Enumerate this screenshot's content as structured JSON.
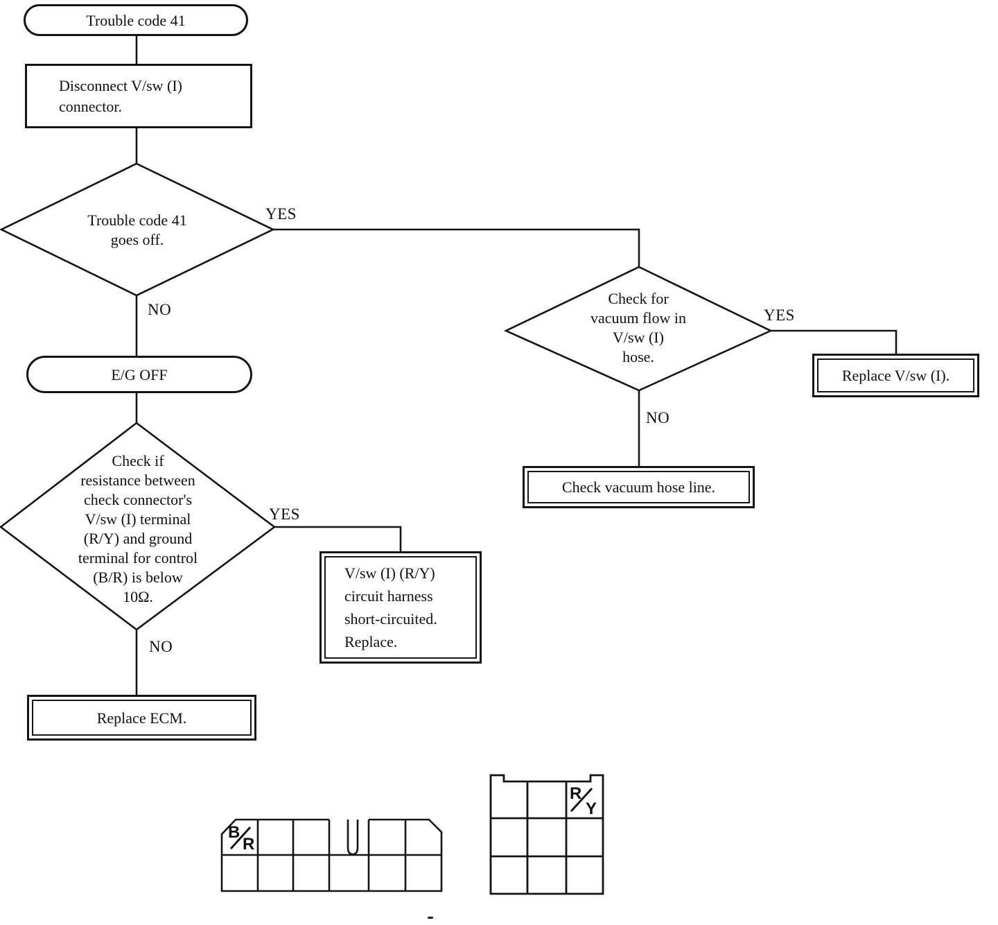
{
  "document": {
    "kind": "diagnostic-flowchart",
    "trouble_code": "41"
  },
  "colors": {
    "ink": "#141414",
    "background": "#ffffff"
  },
  "nodes": {
    "start_terminal": {
      "label": "Trouble code 41"
    },
    "disconnect_box": {
      "label": "Disconnect V/sw (I)\nconnector."
    },
    "code_goes_off_decision": {
      "label": "Trouble code 41\ngoes off.",
      "yes": "YES",
      "no": "NO"
    },
    "eg_off_terminal": {
      "label": "E/G OFF"
    },
    "resistance_decision": {
      "label": "Check if\nresistance between\ncheck connector's\nV/sw (I) terminal\n(R/Y) and ground\nterminal for control\n(B/R) is below\n10Ω.",
      "yes": "YES",
      "no": "NO"
    },
    "short_circuit_box": {
      "label": "V/sw (I) (R/Y)\ncircuit harness\nshort-circuited.\nReplace."
    },
    "replace_ecm_box": {
      "label": "Replace ECM."
    },
    "vacuum_flow_decision": {
      "label": "Check for\nvacuum flow in\nV/sw (I)\nhose.",
      "yes": "YES",
      "no": "NO"
    },
    "replace_vsw_box": {
      "label": "Replace V/sw (I)."
    },
    "check_vacuum_hose_box": {
      "label": "Check vacuum hose line."
    }
  },
  "connector_diagrams": {
    "check_connector": {
      "pin_top": "B",
      "pin_bottom": "R"
    },
    "vsw_connector": {
      "pin_top": "R",
      "pin_bottom": "Y"
    }
  }
}
